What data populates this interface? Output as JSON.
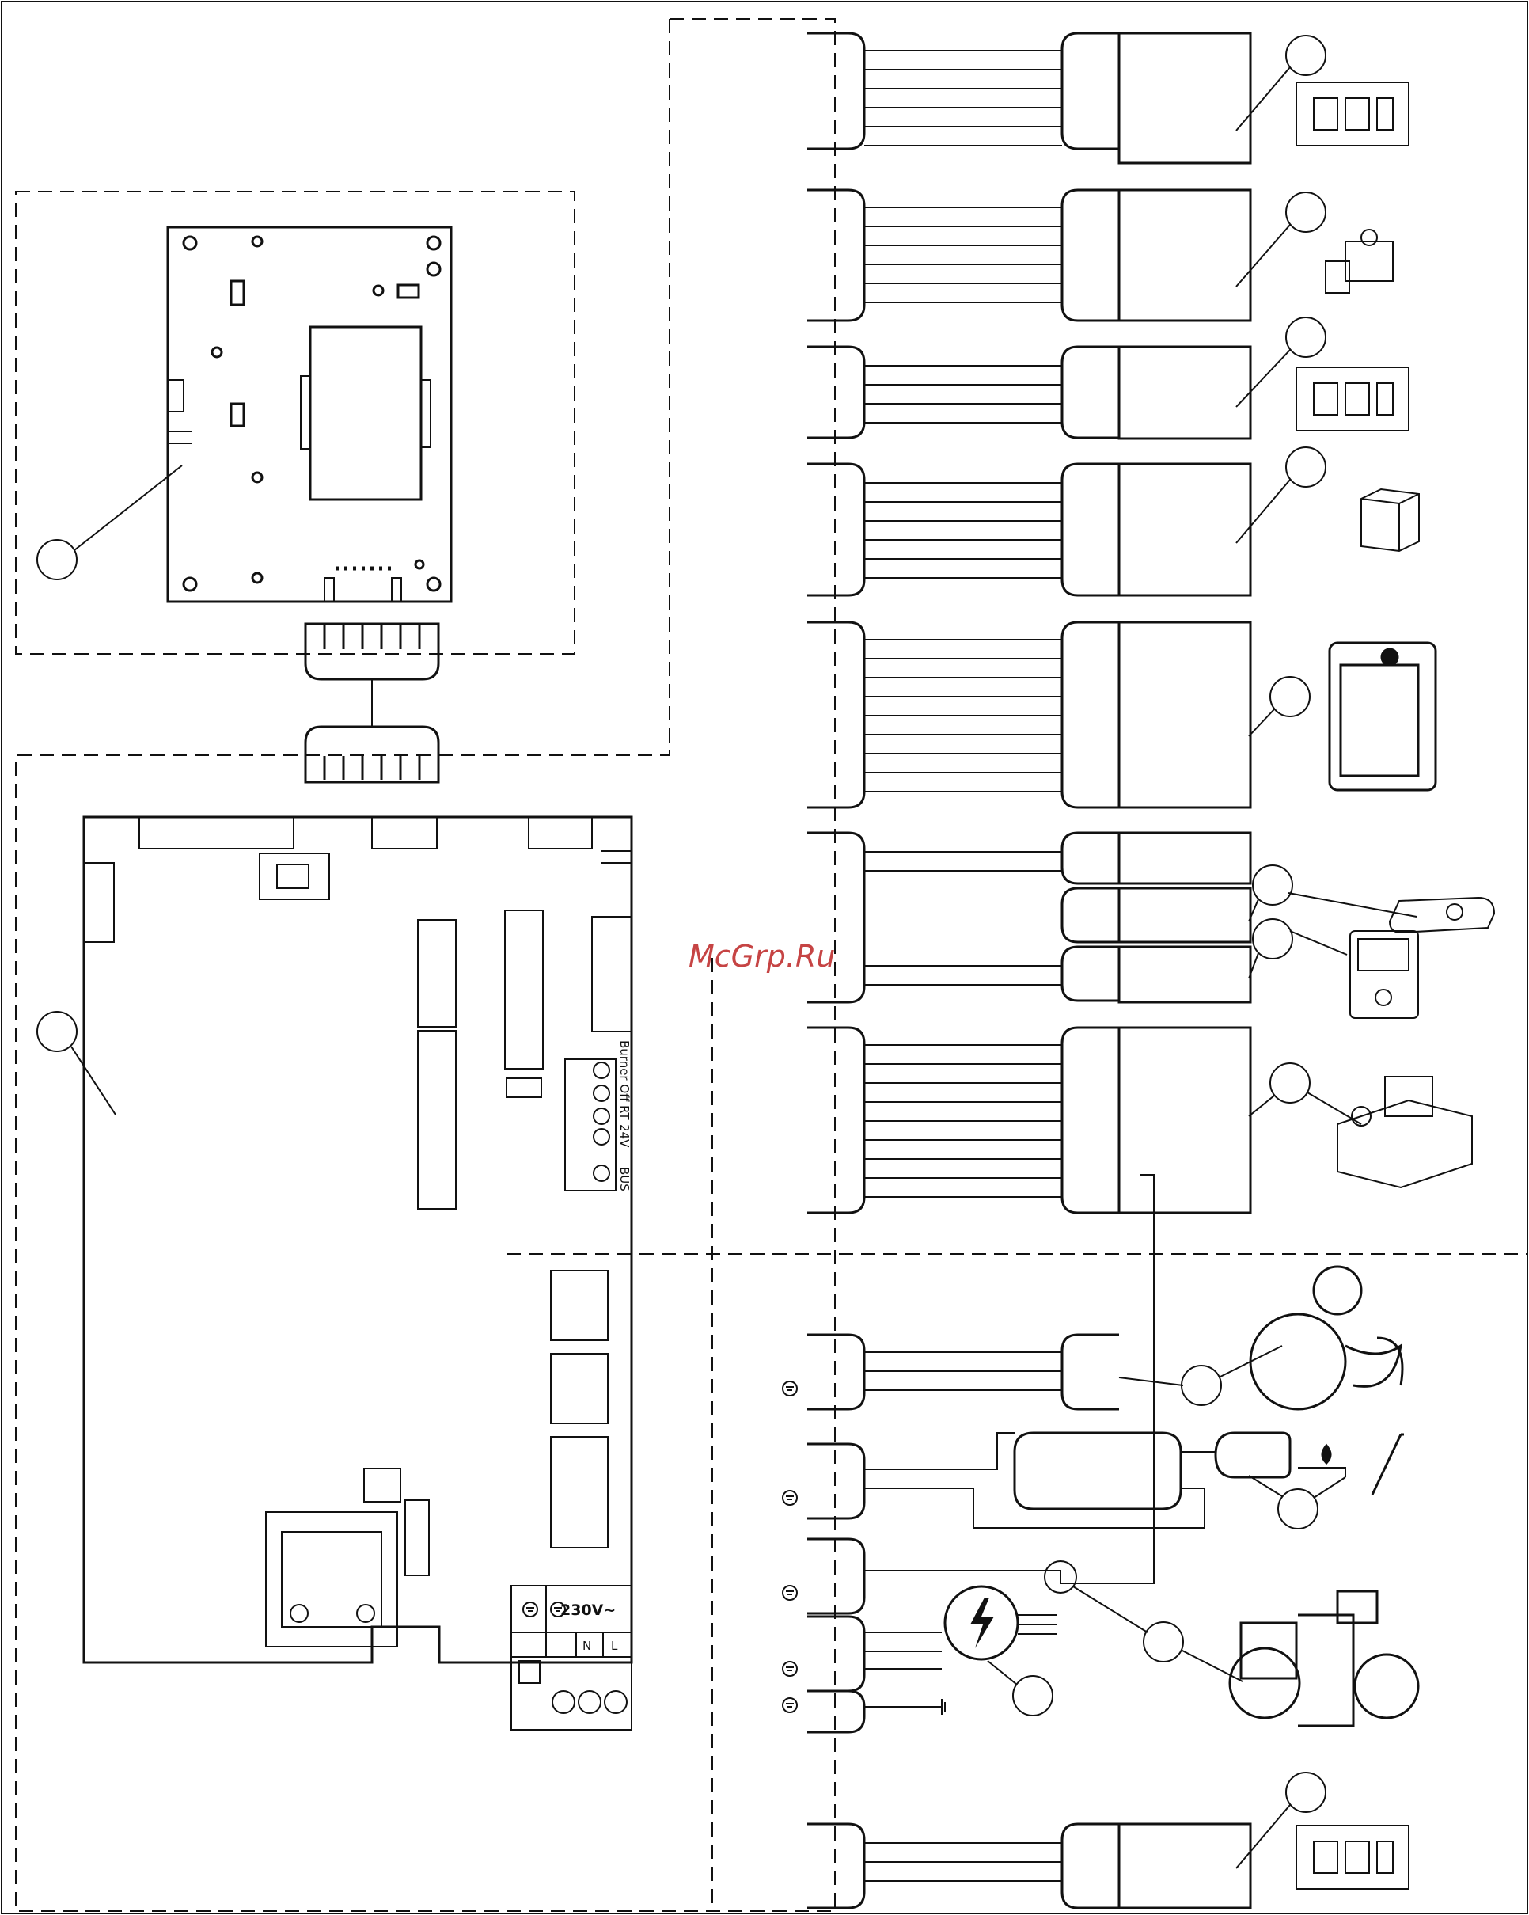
{
  "watermark": "McGrp.Ru",
  "terminal_block": {
    "labels": [
      "Burner Off",
      "RT",
      "24V",
      "BUS"
    ]
  },
  "power": {
    "label": "230V~",
    "terminals": [
      "N",
      "L"
    ]
  },
  "icons": [
    "ground-icon",
    "lightning-icon",
    "flame-icon"
  ]
}
